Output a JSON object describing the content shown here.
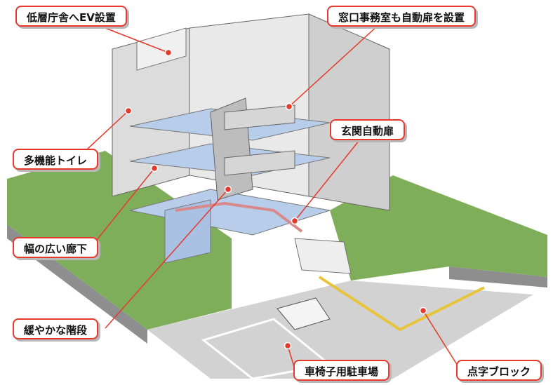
{
  "labels": {
    "ev": "低層庁舎へEV設置",
    "auto_door_office": "窓口事務室も自動扉を設置",
    "entrance_door": "玄関自動扉",
    "toilet": "多機能トイレ",
    "corridor": "幅の広い廊下",
    "stairs": "緩やかな階段",
    "wheelchair_parking": "車椅子用駐車場",
    "braille_block": "点字ブロック"
  },
  "colors": {
    "label_border": "#e53a2b",
    "leader_line": "#e53a2b",
    "leader_dot": "#e53a2b",
    "grass": "#7fae5a",
    "floor_blue": "#b7cdea",
    "wall": "#e4e4e4",
    "wall_shadow": "#c8c8c8",
    "braille_yellow": "#e8c43a",
    "route_red": "#d88a8a"
  }
}
